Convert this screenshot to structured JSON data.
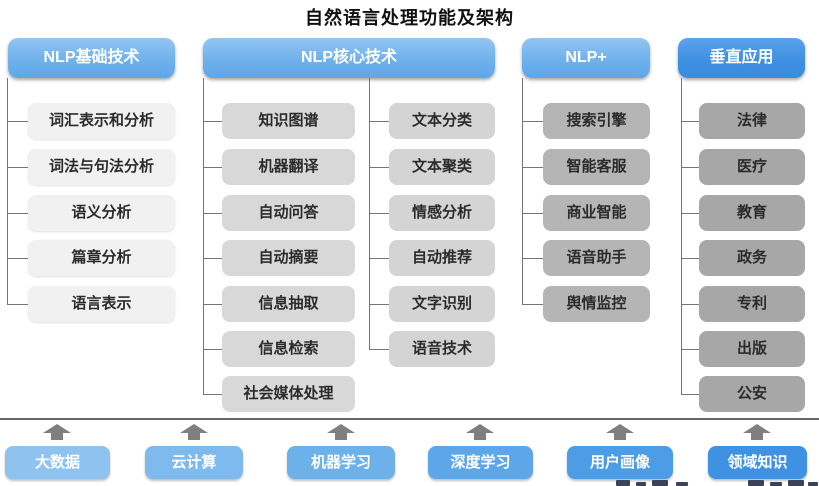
{
  "title": "自然语言处理功能及架构",
  "columns": [
    {
      "header": "NLP基础技术",
      "items": [
        "词汇表示和分析",
        "词法与句法分析",
        "语义分析",
        "篇章分析",
        "语言表示"
      ]
    },
    {
      "header": "NLP核心技术",
      "items_left": [
        "知识图谱",
        "机器翻译",
        "自动问答",
        "自动摘要",
        "信息抽取",
        "信息检索",
        "社会媒体处理"
      ],
      "items_right": [
        "文本分类",
        "文本聚类",
        "情感分析",
        "自动推荐",
        "文字识别",
        "语音技术"
      ]
    },
    {
      "header": "NLP+",
      "items": [
        "搜索引擎",
        "智能客服",
        "商业智能",
        "语音助手",
        "舆情监控"
      ]
    },
    {
      "header": "垂直应用",
      "items": [
        "法律",
        "医疗",
        "教育",
        "政务",
        "专利",
        "出版",
        "公安"
      ]
    }
  ],
  "foundation": {
    "items": [
      "大数据",
      "云计算",
      "机器学习",
      "深度学习",
      "用户画像",
      "领域知识"
    ]
  },
  "colors": {
    "header_blue": "#6fb1ec",
    "header_blue_deep": "#3f90e3",
    "tier1_item_bg": "#f1f1f1",
    "tier2_left_item_bg": "#d8d8d8",
    "tier2_right_item_bg": "#d4d4d4",
    "tier3_item_bg": "#b5b5b5",
    "tier4_item_bg": "#a7a7a7",
    "foundation_blues": [
      "#8fc2ef",
      "#7ebaed",
      "#6db1eb",
      "#5da7e9",
      "#4c9ce6",
      "#3e91e3"
    ],
    "connector_gray": "#757575",
    "arrow_gray": "#7f7f7f",
    "separator_gray": "#666666",
    "item_text": "#2b2b2b",
    "header_text": "#ffffff"
  }
}
